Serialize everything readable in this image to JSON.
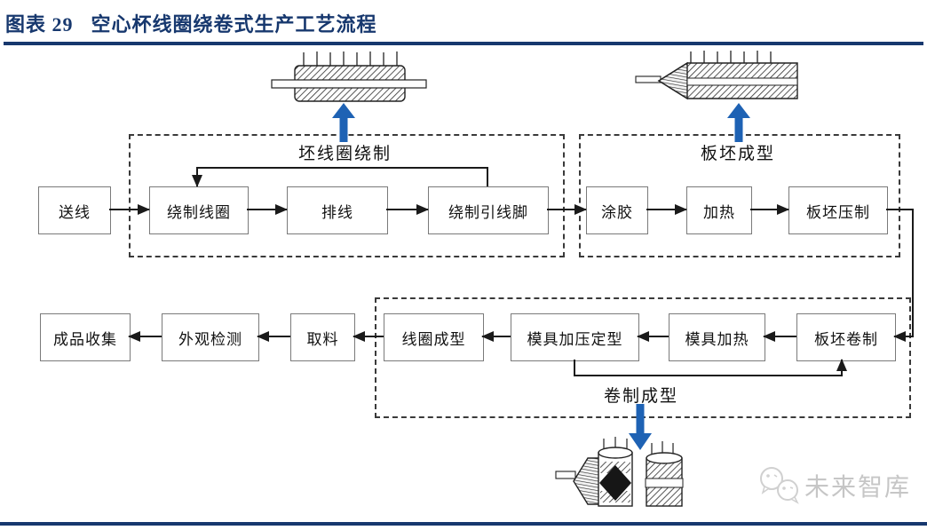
{
  "figure": {
    "label": "图表 29",
    "title": "空心杯线圈绕卷式生产工艺流程"
  },
  "flow": {
    "stage_groups": [
      {
        "label": "坯线圈绕制"
      },
      {
        "label": "板坯成型"
      },
      {
        "label": "卷制成型"
      }
    ],
    "row1": [
      {
        "label": "送线"
      },
      {
        "label": "绕制线圈"
      },
      {
        "label": "排线"
      },
      {
        "label": "绕制引线脚"
      },
      {
        "label": "涂胶"
      },
      {
        "label": "加热"
      },
      {
        "label": "板坯压制"
      }
    ],
    "row2": [
      {
        "label": "成品收集"
      },
      {
        "label": "外观检测"
      },
      {
        "label": "取料"
      },
      {
        "label": "线圈成型"
      },
      {
        "label": "模具加压定型"
      },
      {
        "label": "模具加热"
      },
      {
        "label": "板坯卷制"
      }
    ]
  },
  "illustrations": {
    "top_left_icon": "wound-coil-drawing",
    "top_right_icon": "pressed-slab-drawing",
    "bottom_icon": "rolled-coil-drawing"
  },
  "watermark": {
    "icon": "wechat-logo-icon",
    "text": "未来智库"
  },
  "colors": {
    "navy": "#17386e",
    "arrow_blue": "#1e62b4",
    "flow_line": "#1a1a1a",
    "box_border": "#7a7a7a",
    "watermark_gray": "#c6c6c6"
  }
}
